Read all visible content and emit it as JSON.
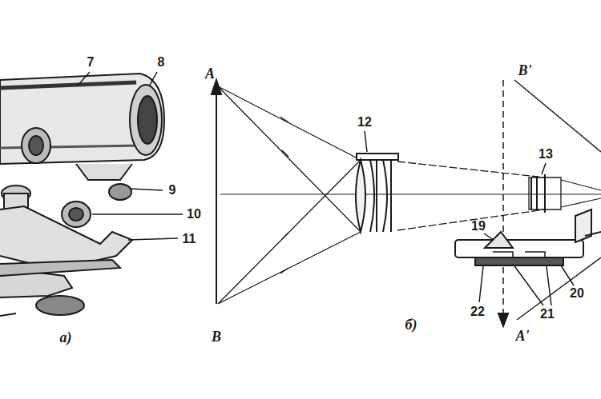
{
  "diagram": {
    "labels": [
      "7",
      "8",
      "9",
      "10",
      "11",
      "а)",
      "A",
      "B",
      "12",
      "B'",
      "13",
      "19",
      "22",
      "21",
      "20",
      "A'",
      "б)"
    ]
  }
}
